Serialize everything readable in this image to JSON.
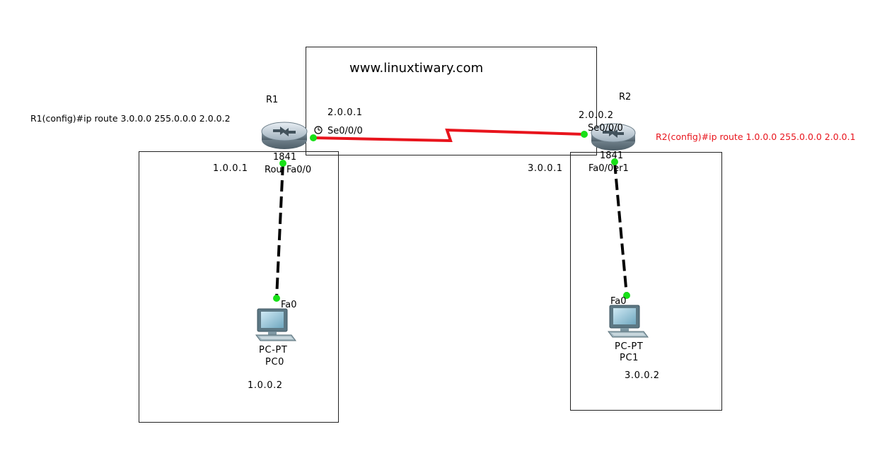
{
  "site": {
    "text": "www.linuxtiwary.com"
  },
  "r1": {
    "name": "R1",
    "model": "1841",
    "subtitle": "Rou",
    "config": "R1(config)#ip route 3.0.0.0 255.0.0.0 2.0.0.2",
    "serial_port": "Se0/0/0",
    "serial_ip": "2.0.0.1",
    "fa_port": "Fa0/0",
    "fa_ip": "1.0.0.1"
  },
  "r2": {
    "name": "R2",
    "model": "1841",
    "subtitle": "Fa0/0er1",
    "config": "R2(config)#ip route 1.0.0.0 255.0.0.0 2.0.0.1",
    "serial_port": "Se0/0/0",
    "serial_ip": "2.0.0.2",
    "fa_ip": "3.0.0.1"
  },
  "pc0": {
    "port": "Fa0",
    "type": "PC-PT",
    "name": "PC0",
    "ip": "1.0.0.2"
  },
  "pc1": {
    "port": "Fa0",
    "type": "PC-PT",
    "name": "PC1",
    "ip": "3.0.0.2"
  },
  "colors": {
    "serial_link": "#e8141c",
    "port_up": "#18e018",
    "ethernet_link": "#000000",
    "config_r2_text": "#e8141c"
  },
  "icons": {
    "router": "router-icon",
    "pc": "pc-icon",
    "clock": "clock-icon"
  }
}
